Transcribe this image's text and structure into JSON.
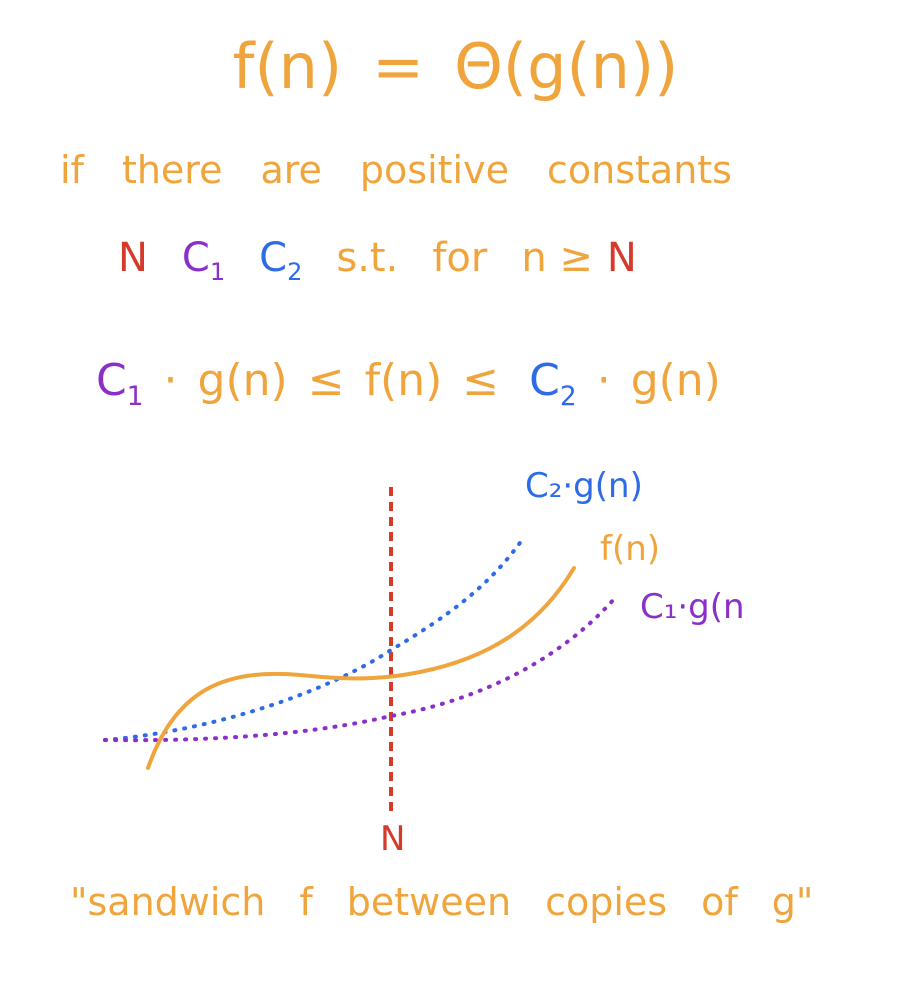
{
  "colors": {
    "orange": "#F0A43C",
    "purple": "#8B2FC9",
    "blue": "#2E6BE6",
    "red": "#D63A2A"
  },
  "title": {
    "lhs": "f(n)",
    "eq": "=",
    "rhs": "Θ(g(n))"
  },
  "definition": {
    "words": [
      "if",
      "there",
      "are",
      "positive",
      "constants"
    ]
  },
  "constants": {
    "n": "N",
    "c1": "C",
    "c1_sub": "1",
    "c2": "C",
    "c2_sub": "2",
    "st": "s.t.",
    "for": "for",
    "cond": "n ≥",
    "cond_n": "N"
  },
  "inequality": {
    "c1": "C",
    "c1_sub": "1",
    "dot1": "·",
    "g1": "g(n)",
    "le1": "≤",
    "f": "f(n)",
    "le2": "≤",
    "c2": "C",
    "c2_sub": "2",
    "dot2": "·",
    "g2": "g(n)"
  },
  "graph": {
    "label_upper": "C₂·g(n)",
    "label_f": "f(n)",
    "label_lower": "C₁·g(n",
    "label_n": "N"
  },
  "quote": {
    "words": [
      "\"sandwich",
      "f",
      "between",
      "copies",
      "of",
      "g\""
    ]
  }
}
